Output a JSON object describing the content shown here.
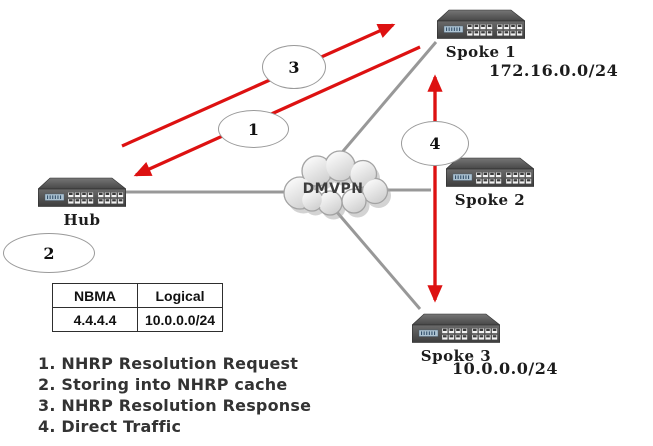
{
  "diagram": {
    "cloud_label": "DMVPN",
    "devices": {
      "hub": {
        "label": "Hub"
      },
      "spoke1": {
        "label": "Spoke 1",
        "subnet": "172.16.0.0/24"
      },
      "spoke2": {
        "label": "Spoke 2"
      },
      "spoke3": {
        "label": "Spoke 3",
        "subnet": "10.0.0.0/24"
      }
    },
    "steps": [
      "1",
      "2",
      "3",
      "4"
    ]
  },
  "table": {
    "headers": [
      "NBMA",
      "Logical"
    ],
    "rows": [
      [
        "4.4.4.4",
        "10.0.0.0/24"
      ]
    ]
  },
  "legend": {
    "items": [
      "1. NHRP Resolution Request",
      "2. Storing into NHRP cache",
      "3. NHRP Resolution Response",
      "4. Direct Traffic"
    ]
  },
  "colors": {
    "arrow_red": "#dd1111",
    "link_gray": "#989898",
    "text_dark": "#333333"
  }
}
